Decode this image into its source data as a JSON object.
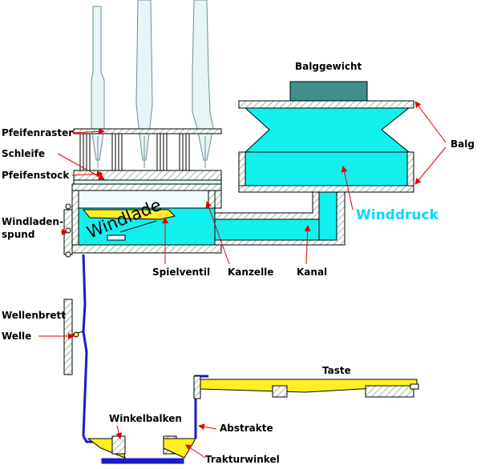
{
  "title": "",
  "labels": {
    "balggewicht": "Balggewicht",
    "balg": "Balg",
    "winddruck": "Winddruck",
    "pfeifenraster": "Pfeifenraster",
    "schleife": "Schleife",
    "pfeifenstock": "Pfeifenstock",
    "windladenspund_1": "Windladen-",
    "windladenspund_2": "spund",
    "windlade": "Windlade",
    "spielventil": "Spielventil",
    "kanzelle": "Kanzelle",
    "kanal": "Kanal",
    "wellenbrett": "Wellenbrett",
    "welle": "Welle",
    "taste": "Taste",
    "winkelbalken": "Winkelbalken",
    "abstrakte": "Abstrakte",
    "trakturwinkel": "Trakturwinkel"
  },
  "colors": {
    "air": "#12f0ee",
    "wood_hatch": "#5aa05a",
    "metal": "#ffee22",
    "rod": "#1a1acc",
    "arrow": "#e00000",
    "weight": "#3f8f8a",
    "winddruck_text": "#00d8ff"
  }
}
